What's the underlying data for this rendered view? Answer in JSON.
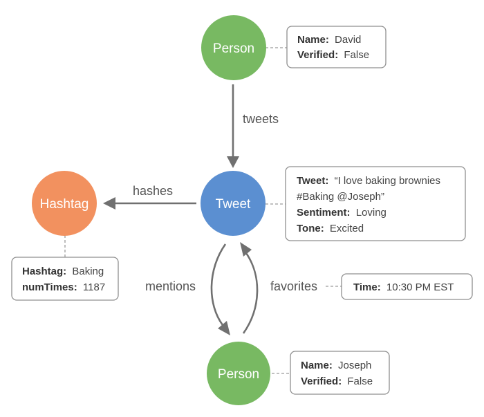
{
  "colors": {
    "person": "#78b962",
    "tweet": "#5b8fd1",
    "hashtag": "#f2915f",
    "edge": "#707070",
    "edge_label": "#555555"
  },
  "nodes": {
    "person_david": {
      "label": "Person"
    },
    "tweet": {
      "label": "Tweet"
    },
    "hashtag": {
      "label": "Hashtag"
    },
    "person_joseph": {
      "label": "Person"
    }
  },
  "edges": {
    "tweets": "tweets",
    "hashes": "hashes",
    "mentions": "mentions",
    "favorites": "favorites"
  },
  "properties": {
    "person_david": [
      {
        "key": "Name:",
        "value": "David"
      },
      {
        "key": "Verified:",
        "value": "False"
      }
    ],
    "tweet": {
      "tweet_key": "Tweet:",
      "tweet_value_line1": "“I love baking brownies",
      "tweet_value_line2": "#Baking @Joseph”",
      "sentiment_key": "Sentiment:",
      "sentiment_value": "Loving",
      "tone_key": "Tone:",
      "tone_value": "Excited"
    },
    "hashtag": [
      {
        "key": "Hashtag:",
        "value": "Baking"
      },
      {
        "key": "numTimes:",
        "value": "1187"
      }
    ],
    "favorites": [
      {
        "key": "Time:",
        "value": "10:30 PM EST"
      }
    ],
    "person_joseph": [
      {
        "key": "Name:",
        "value": "Joseph"
      },
      {
        "key": "Verified:",
        "value": "False"
      }
    ]
  }
}
